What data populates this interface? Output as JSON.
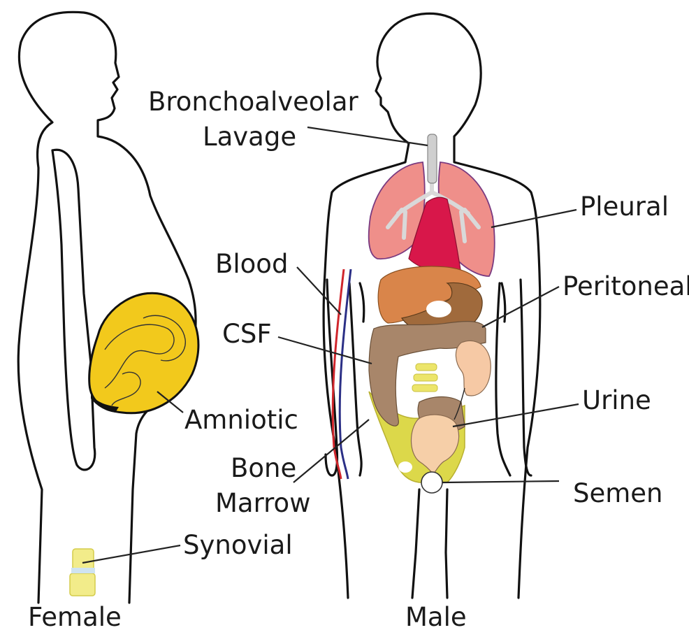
{
  "labels": {
    "bronchoalveolar_line1": "Bronchoalveolar",
    "bronchoalveolar_line2": "Lavage",
    "pleural": "Pleural",
    "blood": "Blood",
    "peritoneal": "Peritoneal",
    "csf": "CSF",
    "amniotic": "Amniotic",
    "urine": "Urine",
    "bone_marrow_line1": "Bone",
    "bone_marrow_line2": "Marrow",
    "semen": "Semen",
    "synovial": "Synovial",
    "female": "Female",
    "male": "Male"
  },
  "colors": {
    "outline": "#111111",
    "fetus": "#f2c91c",
    "lungs": "#ef8f8a",
    "heart": "#d8174a",
    "liver": "#d9854a",
    "stomach": "#a06a3c",
    "intestine": "#a8866a",
    "kidney": "#f6c9a5",
    "bladder": "#f6cfa8",
    "pelvis": "#dcd84a",
    "trachea": "#cfcfcf",
    "artery": "#d0262c",
    "vein": "#2b2f86",
    "joint": "#f2ec8a"
  }
}
